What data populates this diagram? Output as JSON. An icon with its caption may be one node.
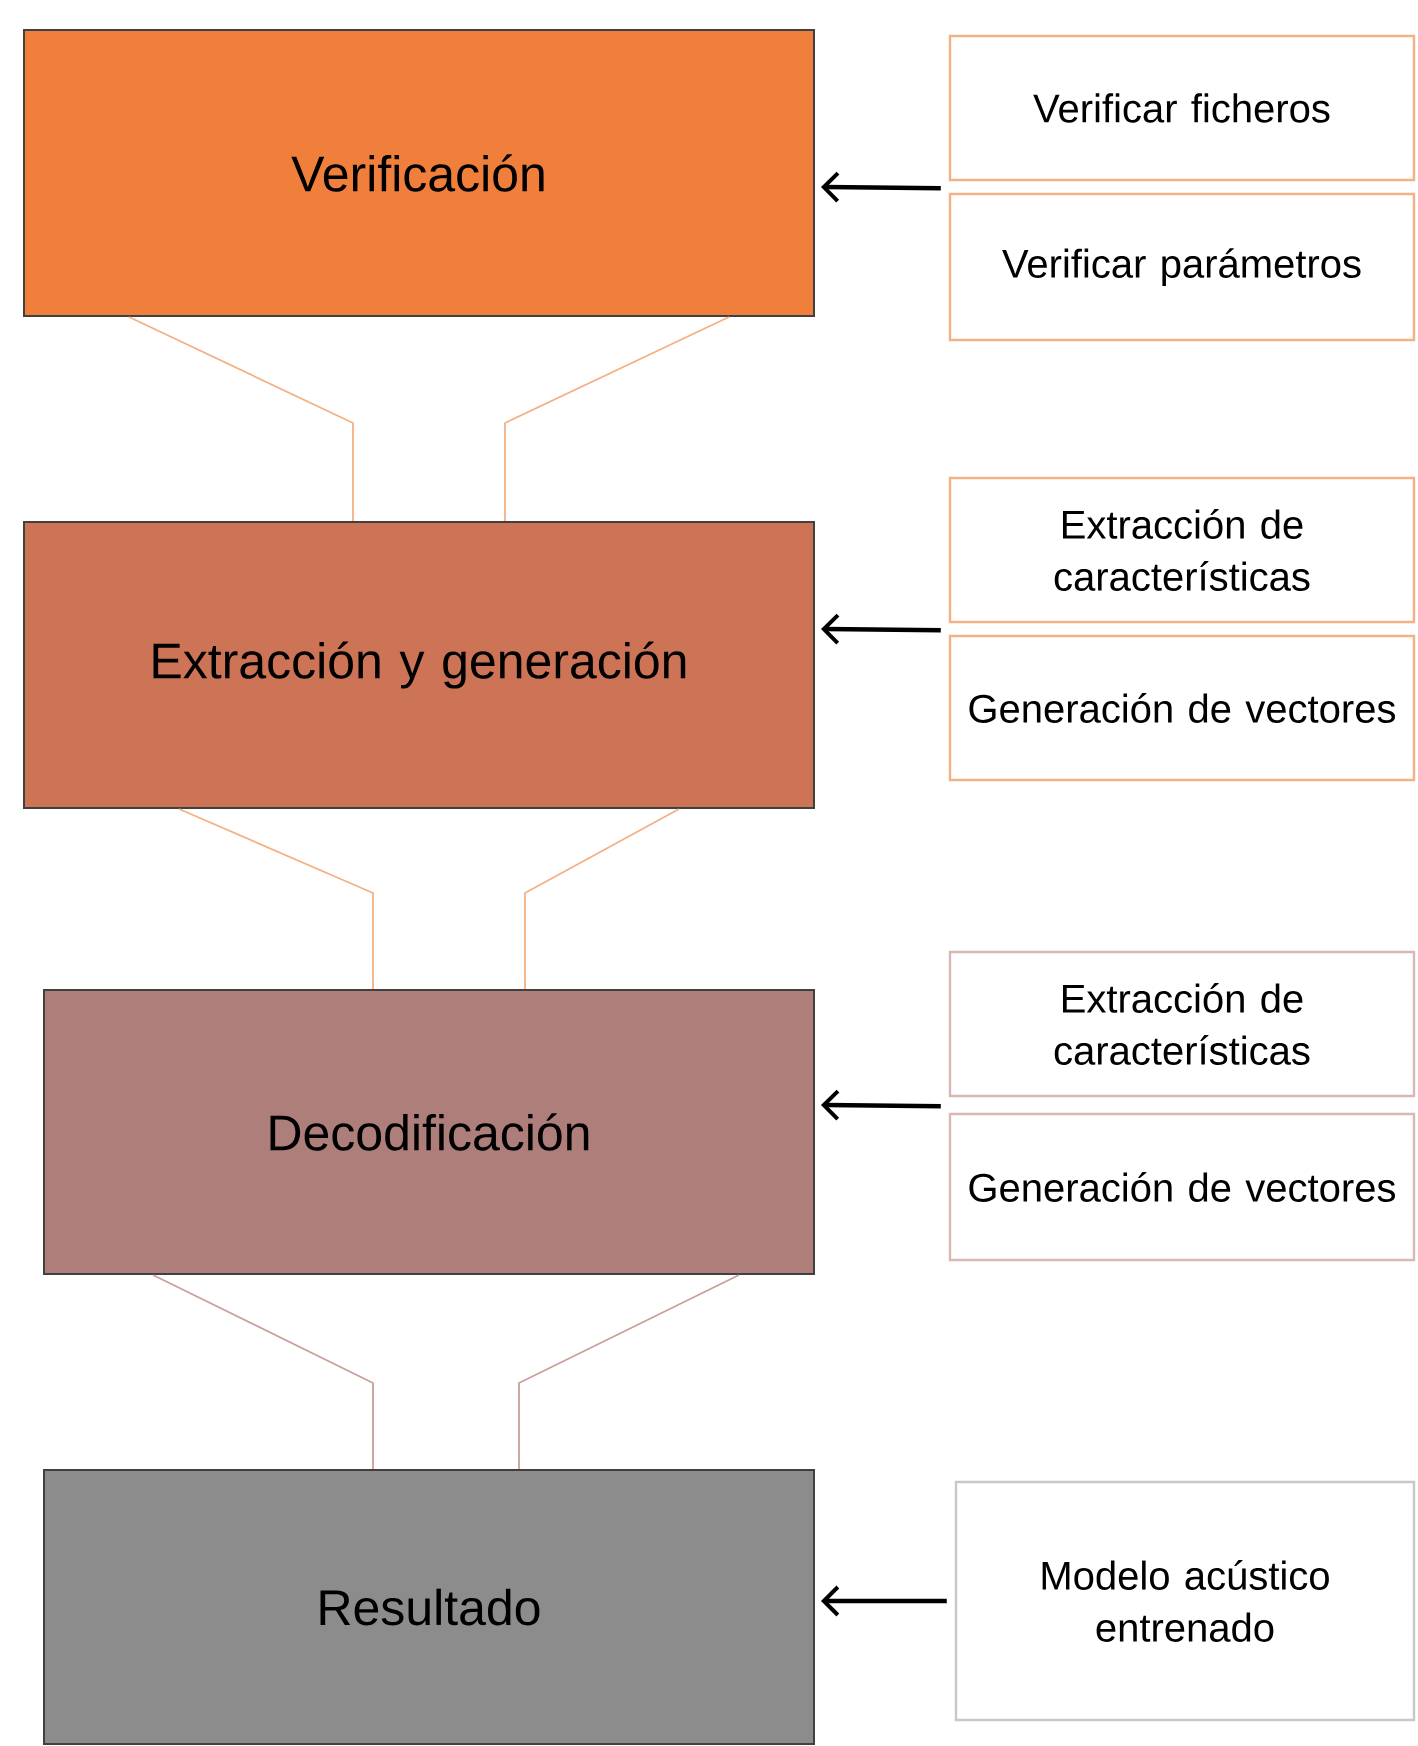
{
  "diagram": {
    "nodes": [
      {
        "text": [
          "Verificación"
        ]
      },
      {
        "text": [
          "Verificar ficheros"
        ]
      },
      {
        "text": [
          "Verificar parámetros"
        ]
      },
      {
        "text": [
          "Extracción y generación"
        ]
      },
      {
        "text": [
          "Extracción de características"
        ]
      },
      {
        "text": [
          "Generación de vectores"
        ]
      },
      {
        "text": [
          "Decodificación"
        ]
      },
      {
        "text": [
          "Extracción de características"
        ]
      },
      {
        "text": [
          "Generación de vectores"
        ]
      },
      {
        "text": [
          "Resultado"
        ]
      },
      {
        "text": [
          "Modelo acústico entrenado"
        ]
      }
    ],
    "edges": [
      {
        "from": 0,
        "to": 3,
        "arrow": "none",
        "color": "#f4b183"
      },
      {
        "from": 3,
        "to": 6,
        "arrow": "none",
        "color": "#f4b183"
      },
      {
        "from": 6,
        "to": 9,
        "arrow": "none",
        "color": "#c9a09a"
      },
      {
        "from": 1,
        "to": 0,
        "arrow": "to"
      },
      {
        "from": 2,
        "to": 0,
        "arrow": "to"
      },
      {
        "from": 4,
        "to": 3,
        "arrow": "to"
      },
      {
        "from": 5,
        "to": 3,
        "arrow": "to"
      },
      {
        "from": 7,
        "to": 6,
        "arrow": "to"
      },
      {
        "from": 8,
        "to": 6,
        "arrow": "to"
      },
      {
        "from": 10,
        "to": 9,
        "arrow": "to"
      }
    ]
  }
}
